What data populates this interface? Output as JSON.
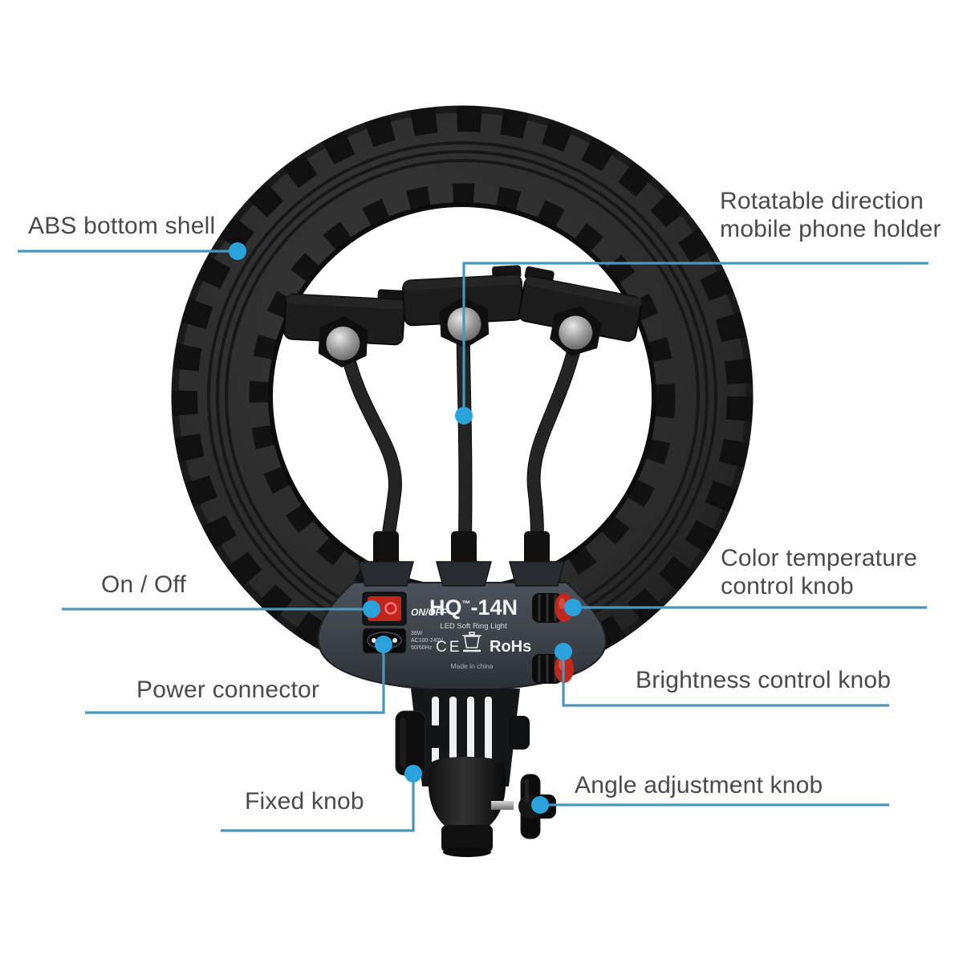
{
  "callouts": [
    {
      "id": "abs-bottom-shell",
      "label": "ABS bottom shell"
    },
    {
      "id": "rotatable-phone-holder",
      "label": "Rotatable direction mobile phone holder"
    },
    {
      "id": "on-off",
      "label": "On / Off"
    },
    {
      "id": "color-temperature-knob",
      "label": "Color temperature control knob"
    },
    {
      "id": "power-connector",
      "label": "Power connector"
    },
    {
      "id": "brightness-knob",
      "label": "Brightness control knob"
    },
    {
      "id": "fixed-knob",
      "label": "Fixed knob"
    },
    {
      "id": "angle-adjustment-knob",
      "label": "Angle adjustment knob"
    }
  ],
  "panel": {
    "on_off_label": "ON/OFF",
    "model_prefix": "HQ",
    "model_tm": "™",
    "model_suffix": "-14N",
    "subtitle": "LED Soft Ring Light",
    "power_specs": [
      "36W",
      "AC100-240V",
      "50/60Hz"
    ],
    "ce_label": "CE",
    "rohs_label": "RoHs",
    "made_in": "Made in china"
  },
  "colors": {
    "background": "#ffffff",
    "callout_line": "#4896ba",
    "callout_dot": "#2ba2dc",
    "switch_red": "#c4241e",
    "knob_red": "#c0271f",
    "panel_bg": "#3e434a",
    "label_text": "#4a4a4a",
    "tire_black": "#2a2a2a"
  }
}
